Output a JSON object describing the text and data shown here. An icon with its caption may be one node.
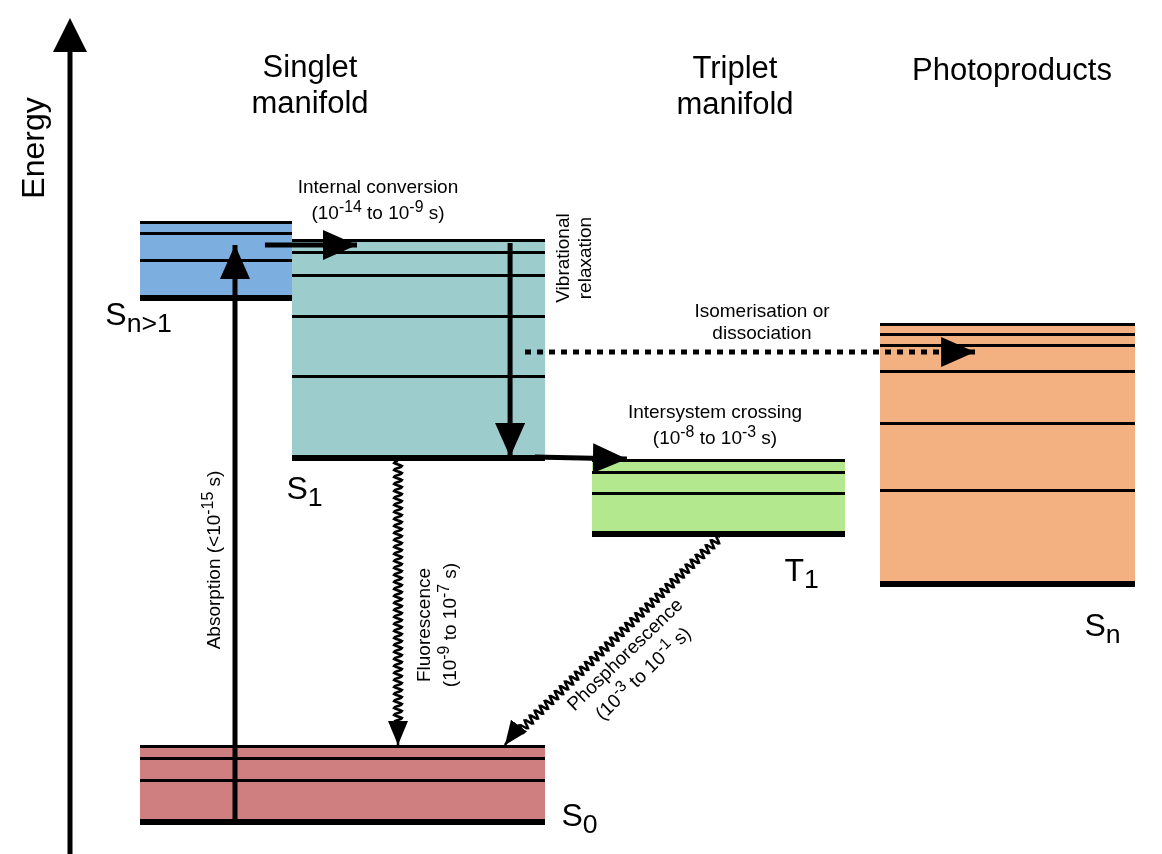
{
  "diagram": {
    "nodes": [
      {
        "text": [],
        "shape": "bar",
        "beside": [
          "S$_{n>1}$"
        ]
      },
      {
        "text": [],
        "shape": "bar",
        "beside": [
          "S$_{1}$"
        ]
      },
      {
        "text": [],
        "shape": "bar",
        "beside": [
          "T$_{1}$"
        ]
      },
      {
        "text": [],
        "shape": "bar",
        "beside": [
          "S$_{n}$"
        ]
      },
      {
        "text": [],
        "shape": "bar",
        "beside": [
          "S$_{0}$"
        ]
      }
    ],
    "edges": [
      {
        "from": 4,
        "to": 0,
        "arrow": "to",
        "label": "Absorption (<10$^{-15}$ s)"
      },
      {
        "from": 0,
        "to": 1,
        "arrow": "to",
        "label": "Internal conversion (10$^{-14}$ to 10$^{-9}$ s)"
      },
      {
        "from": 1,
        "to": 1,
        "arrow": "to",
        "label": "Vibrational relaxation"
      },
      {
        "from": 1,
        "to": 3,
        "arrow": "to",
        "label": "Isomerisation or dissociation",
        "style": "dashed"
      },
      {
        "from": 1,
        "to": 2,
        "arrow": "to",
        "label": "Intersystem crossing (10$^{-8}$ to 10$^{-3}$ s)"
      },
      {
        "from": 1,
        "to": 4,
        "arrow": "to",
        "label": "Fluorescence (10$^{-9}$ to 10$^{-7}$ s)"
      },
      {
        "from": 2,
        "to": 4,
        "arrow": "to",
        "label": "Phosphorescence (10$^{-3}$ to 10$^{-1}$ s)"
      }
    ],
    "labels": [
      "Energy",
      "Singlet manifold",
      "Triplet manifold",
      "Photoproducts"
    ]
  }
}
